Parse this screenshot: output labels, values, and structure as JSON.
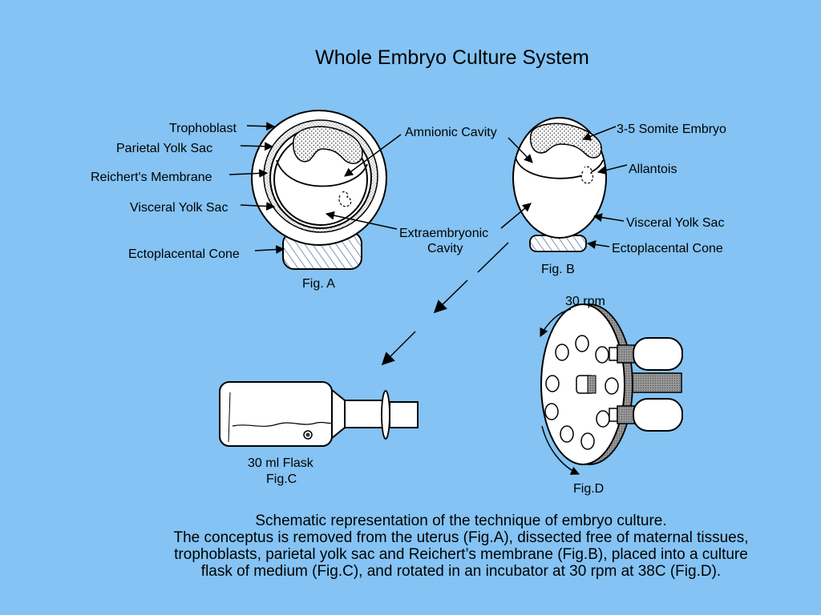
{
  "title": "Whole Embryo Culture System",
  "figA": {
    "labels": {
      "trophoblast": "Trophoblast",
      "parietal_yolk_sac": "Parietal Yolk Sac",
      "reicherts_membrane": "Reichert's Membrane",
      "visceral_yolk_sac": "Visceral Yolk Sac",
      "ectoplacental_cone": "Ectoplacental Cone"
    },
    "caption": "Fig. A"
  },
  "middle_labels": {
    "amnionic_cavity": "Amnionic Cavity",
    "extraembryonic_1": "Extraembryonic",
    "extraembryonic_2": "Cavity"
  },
  "figB": {
    "labels": {
      "somite_embryo": "3-5 Somite Embryo",
      "allantois": "Allantois",
      "visceral_yolk_sac": "Visceral Yolk Sac",
      "ectoplacental_cone": "Ectoplacental Cone"
    },
    "caption": "Fig. B"
  },
  "figC": {
    "flask_label": "30 ml Flask",
    "caption": "Fig.C"
  },
  "figD": {
    "rpm_label": "30 rpm",
    "caption": "Fig.D"
  },
  "caption_lines": [
    "Schematic representation of the technique of embryo culture.",
    "The conceptus is removed from the uterus (Fig.A), dissected free of maternal tissues,",
    "trophoblasts, parietal yolk sac and Reichert’s membrane (Fig.B), placed into a culture",
    "flask of medium (Fig.C), and rotated in an incubator at 30 rpm at 38C (Fig.D)."
  ]
}
